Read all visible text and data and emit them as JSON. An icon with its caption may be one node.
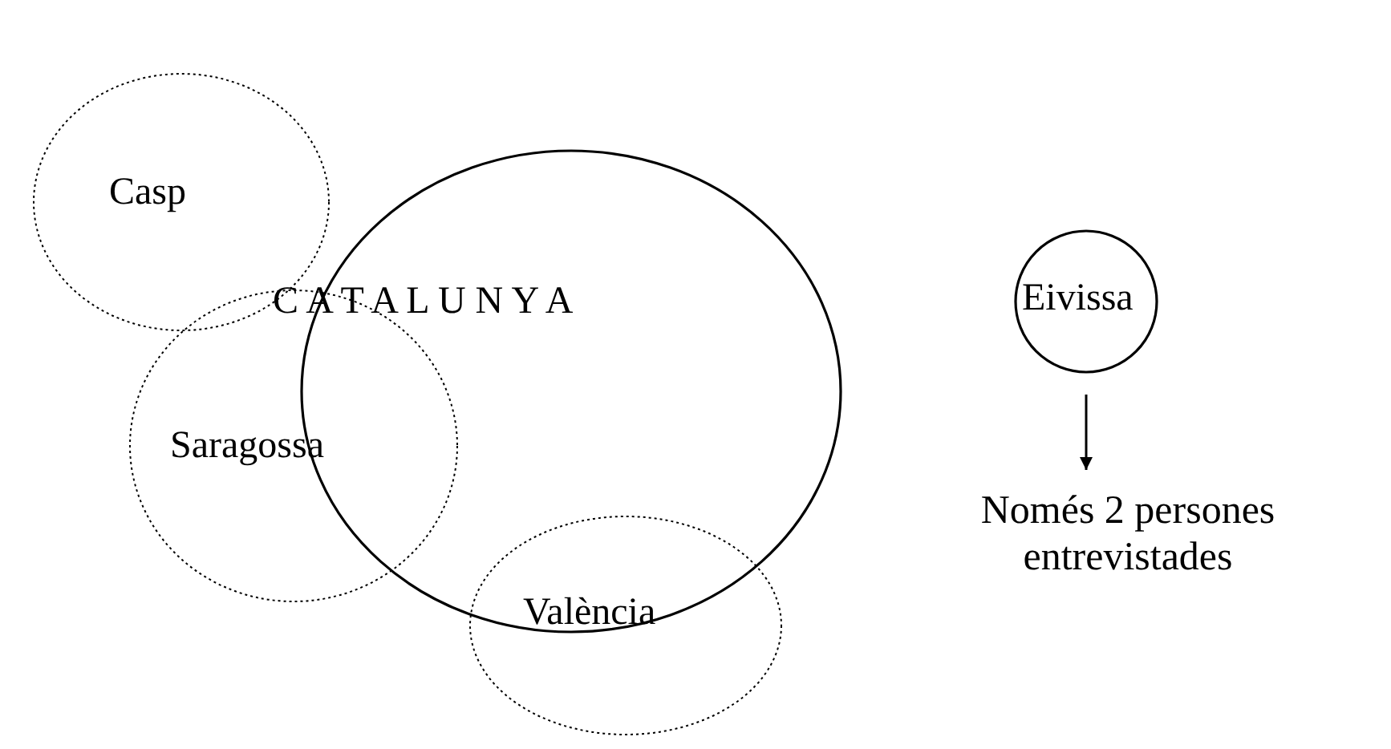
{
  "diagram": {
    "nodes": [
      {
        "text": [
          "Casp"
        ]
      },
      {
        "text": [
          "C A T A L U N Y A"
        ]
      },
      {
        "text": [
          "Eivissa"
        ]
      },
      {
        "text": [
          "Saragossa"
        ]
      },
      {
        "text": [
          "València"
        ]
      },
      {
        "text": [
          "Només 2 persones entrevistades"
        ]
      }
    ],
    "edges": [
      {
        "from": 2,
        "to": 5,
        "arrow": "to"
      }
    ]
  }
}
